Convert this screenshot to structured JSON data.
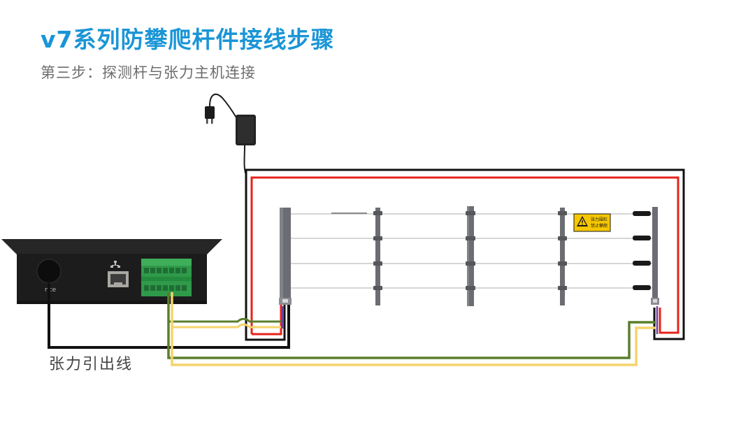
{
  "title": "v7系列防攀爬杆件接线步骤",
  "subtitle": "第三步：探测杆与张力主机连接",
  "lead_label": "张力引出线",
  "host_port_text": "nce",
  "warning_sign": {
    "line1": "张力围栏",
    "line2": "禁止攀爬"
  },
  "wire_colors": {
    "red": "#e5231b",
    "black": "#111111",
    "green": "#5a7e2b",
    "yellow": "#f6d36b",
    "purple": "#6b3fa0"
  },
  "accent_color": "#1a95d6"
}
